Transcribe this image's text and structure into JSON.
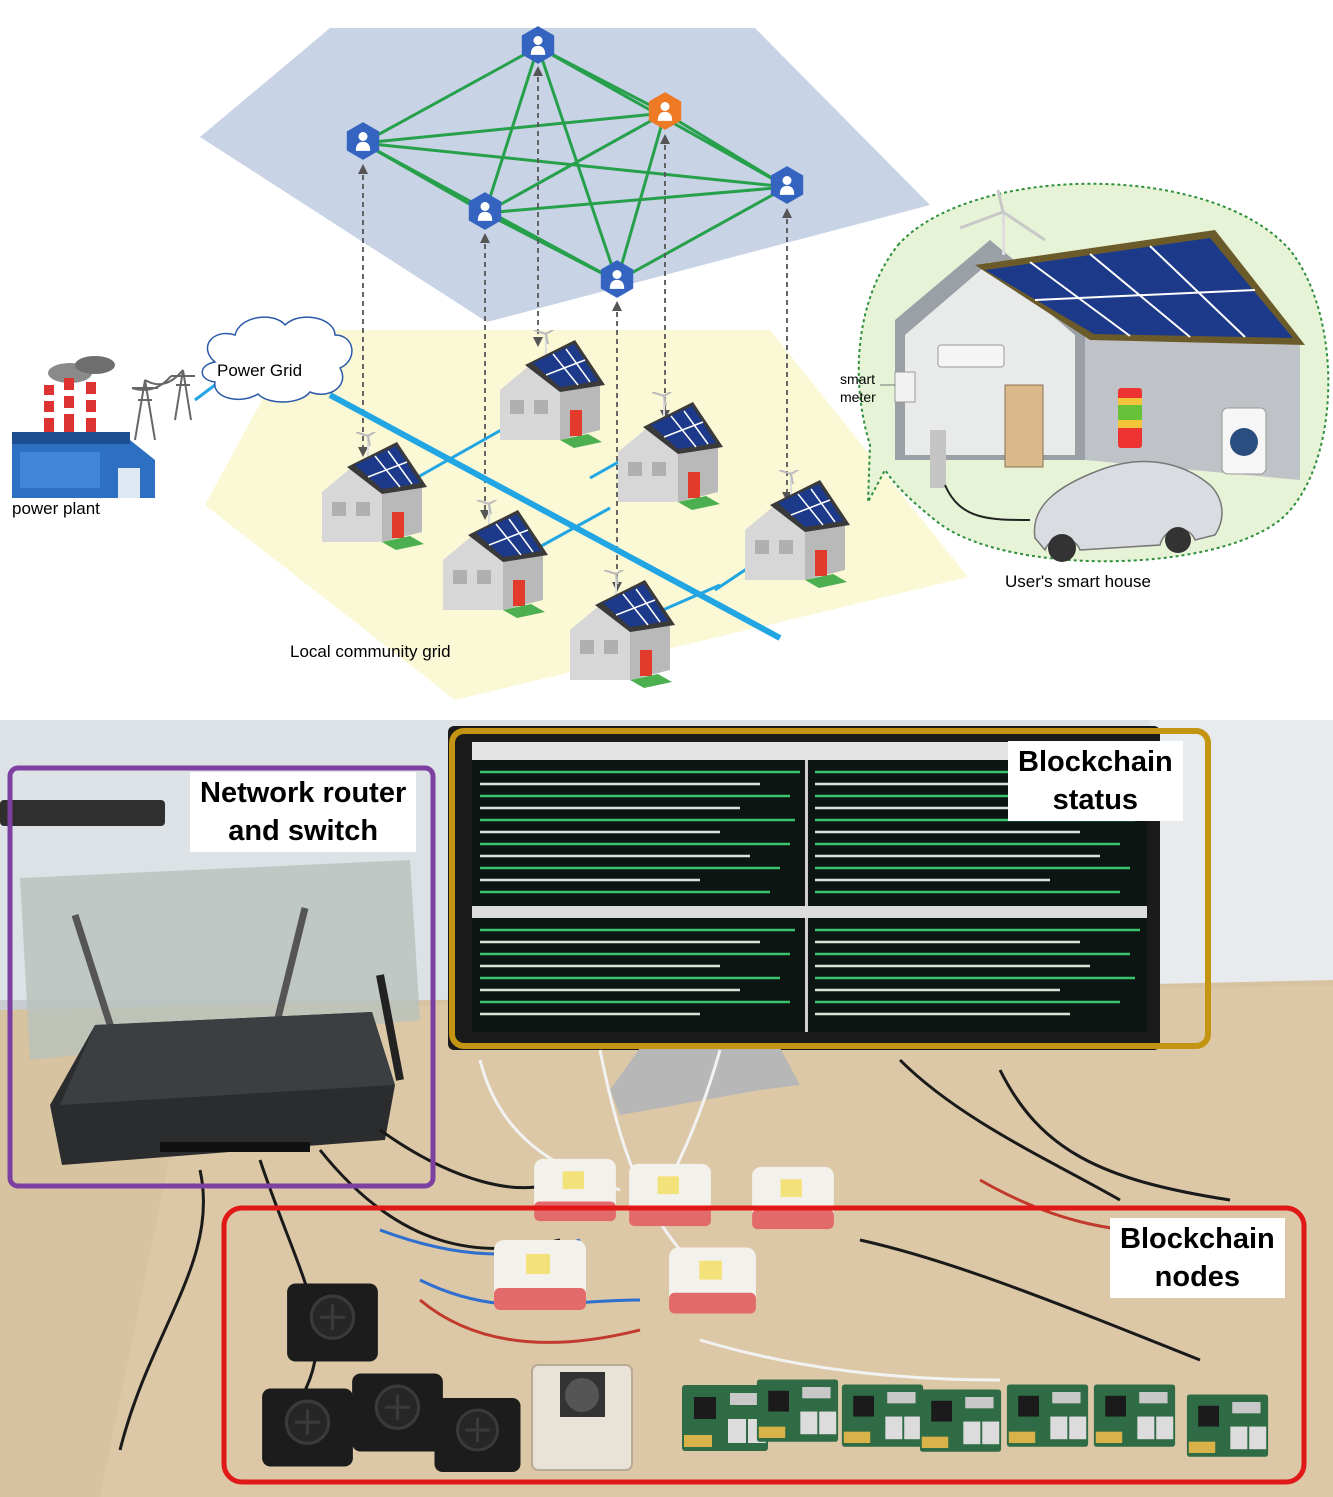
{
  "diagram": {
    "labels": {
      "power_grid": "Power Grid",
      "power_plant": "power plant",
      "local_grid": "Local community grid",
      "smart_meter": [
        "smart",
        "meter"
      ],
      "smart_house": "User's smart house"
    },
    "colors": {
      "blockchain_plane": "#c9d3e6",
      "community_plane": "#fbf8d6",
      "peer_link": "#27a04b",
      "grid_line": "#21a6e3",
      "node": "#3464c0",
      "node_highlight": "#ef7a26",
      "house_roof": "#4a4a4a",
      "solar_panel": "#1d3a8a"
    }
  },
  "photo": {
    "boxes": {
      "router": {
        "lines": [
          "Network router",
          "and switch"
        ],
        "color": "#7d3fa0"
      },
      "status": {
        "lines": [
          "Blockchain",
          "status"
        ],
        "color": "#c39512"
      },
      "nodes": {
        "lines": [
          "Blockchain",
          "nodes"
        ],
        "color": "#e01818"
      }
    }
  }
}
